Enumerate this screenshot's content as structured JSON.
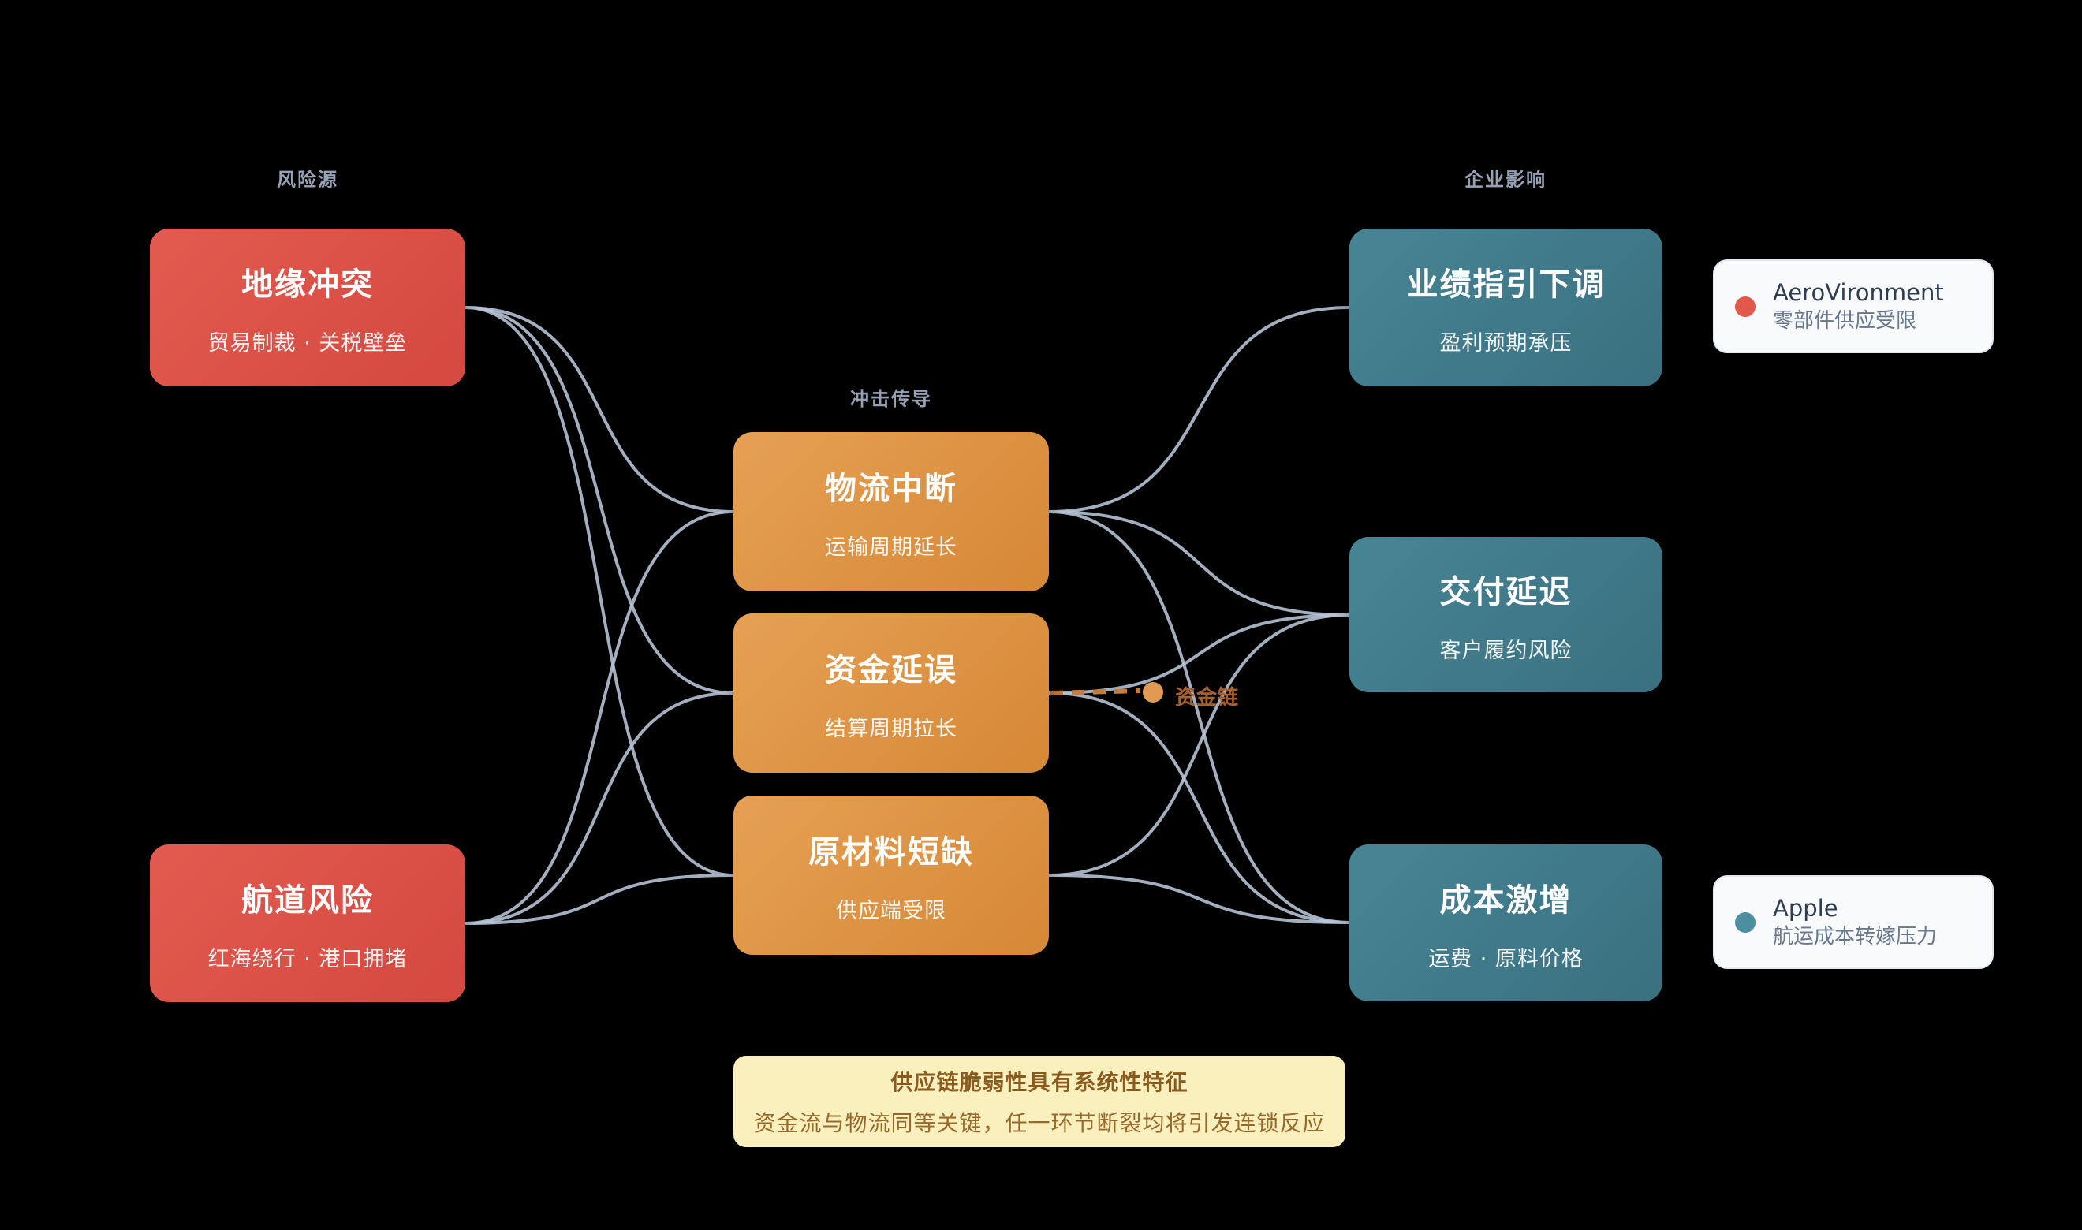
{
  "column_labels": {
    "sources": "风险源",
    "transmission": "冲击传导",
    "impacts": "企业影响"
  },
  "nodes": {
    "geo": {
      "title": "地缘冲突",
      "subtitle": "贸易制裁 · 关税壁垒"
    },
    "shipping": {
      "title": "航道风险",
      "subtitle": "红海绕行 · 港口拥堵"
    },
    "logistics": {
      "title": "物流中断",
      "subtitle": "运输周期延长"
    },
    "capital": {
      "title": "资金延误",
      "subtitle": "结算周期拉长"
    },
    "materials": {
      "title": "原材料短缺",
      "subtitle": "供应端受限"
    },
    "guidance": {
      "title": "业绩指引下调",
      "subtitle": "盈利预期承压"
    },
    "delivery": {
      "title": "交付延迟",
      "subtitle": "客户履约风险"
    },
    "cost": {
      "title": "成本激增",
      "subtitle": "运费 · 原料价格"
    }
  },
  "edges": [
    {
      "from": "geo",
      "to": "logistics"
    },
    {
      "from": "geo",
      "to": "capital"
    },
    {
      "from": "geo",
      "to": "materials"
    },
    {
      "from": "shipping",
      "to": "logistics"
    },
    {
      "from": "shipping",
      "to": "capital"
    },
    {
      "from": "shipping",
      "to": "materials"
    },
    {
      "from": "logistics",
      "to": "guidance"
    },
    {
      "from": "logistics",
      "to": "delivery"
    },
    {
      "from": "logistics",
      "to": "cost"
    },
    {
      "from": "capital",
      "to": "delivery"
    },
    {
      "from": "capital",
      "to": "cost"
    },
    {
      "from": "materials",
      "to": "delivery"
    },
    {
      "from": "materials",
      "to": "cost"
    }
  ],
  "flow_marker": {
    "label": "资金链"
  },
  "cases": [
    {
      "company": "AeroVironment",
      "note": "零部件供应受限",
      "dot_color": "#e2584a"
    },
    {
      "company": "Apple",
      "note": "航运成本转嫁压力",
      "dot_color": "#4b8fa0"
    }
  ],
  "footnote": {
    "line1": "供应链脆弱性具有系统性特征",
    "line2": "资金流与物流同等关键，任一环节断裂均将引发连锁反应"
  },
  "colors": {
    "background": "#000000",
    "source_node": "#db5248",
    "transmission_node": "#de9445",
    "impact_node": "#407b8b",
    "edge_line": "#bac6d8",
    "flow_dash": "#c87c3c",
    "flow_dot": "#e19a54",
    "flow_label_text": "#a9612b",
    "column_label_text": "#97a1b4",
    "footnote_bg": "#faf0bd",
    "footnote_text": "#8a5a1f"
  }
}
